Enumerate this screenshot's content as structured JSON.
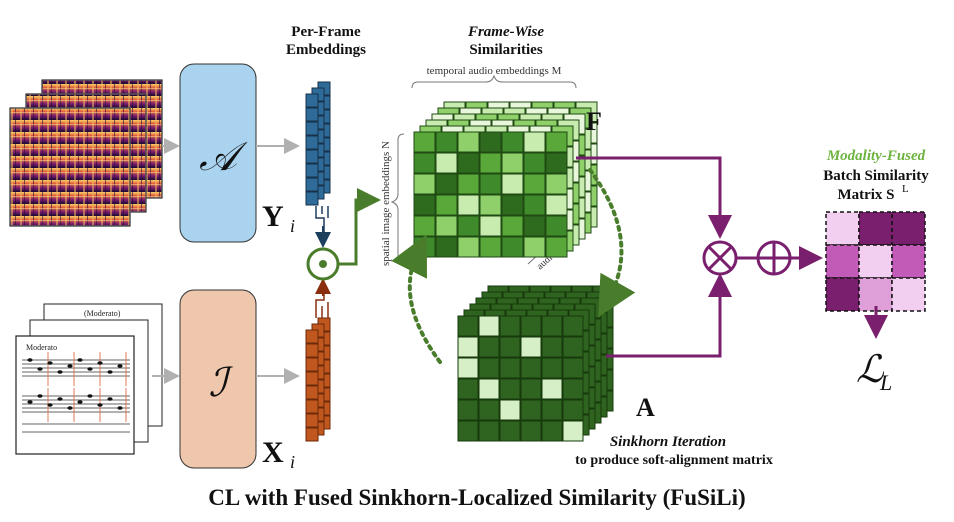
{
  "labels": {
    "per_frame_line1": "Per-Frame",
    "per_frame_line2": "Embeddings",
    "frame_wise_line1": "Frame-Wise",
    "frame_wise_line2": "Similarities",
    "temporal_axis": "temporal audio embeddings M",
    "spatial_axis": "spatial image embeddings N",
    "pair_axis": "audio-image pair B²",
    "F": "F",
    "A": "A",
    "Y": "Y",
    "Y_sub": "i",
    "X": "X",
    "X_sub": "i",
    "enc_audio": "𝒜",
    "enc_image": "ℐ",
    "sinkhorn_line1": "Sinkhorn Iteration",
    "sinkhorn_line2": "to produce soft-alignment matrix",
    "modality_fused": "Modality-Fused",
    "batch_sim_line1": "Batch Similarity",
    "batch_sim_line2": "Matrix S",
    "batch_sim_sup": "L",
    "loss_symbol": "ℒ",
    "loss_sub": "L",
    "caption": "CL with Fused Sinkhorn-Localized Similarity (FuSiLi)",
    "score_title": "Moderato",
    "score_title_back": "(Moderato)"
  },
  "colors": {
    "audio_encoder": "#a9d3ee",
    "image_encoder": "#efc7ad",
    "audio_embed": "#2e6b98",
    "image_embed": "#c0571f",
    "similarity_green": "#4a7d2b",
    "sinkhorn_dark": "#2d5a1a",
    "fusion_purple": "#7a1f6e",
    "modality_fused_text": "#6db33f"
  }
}
